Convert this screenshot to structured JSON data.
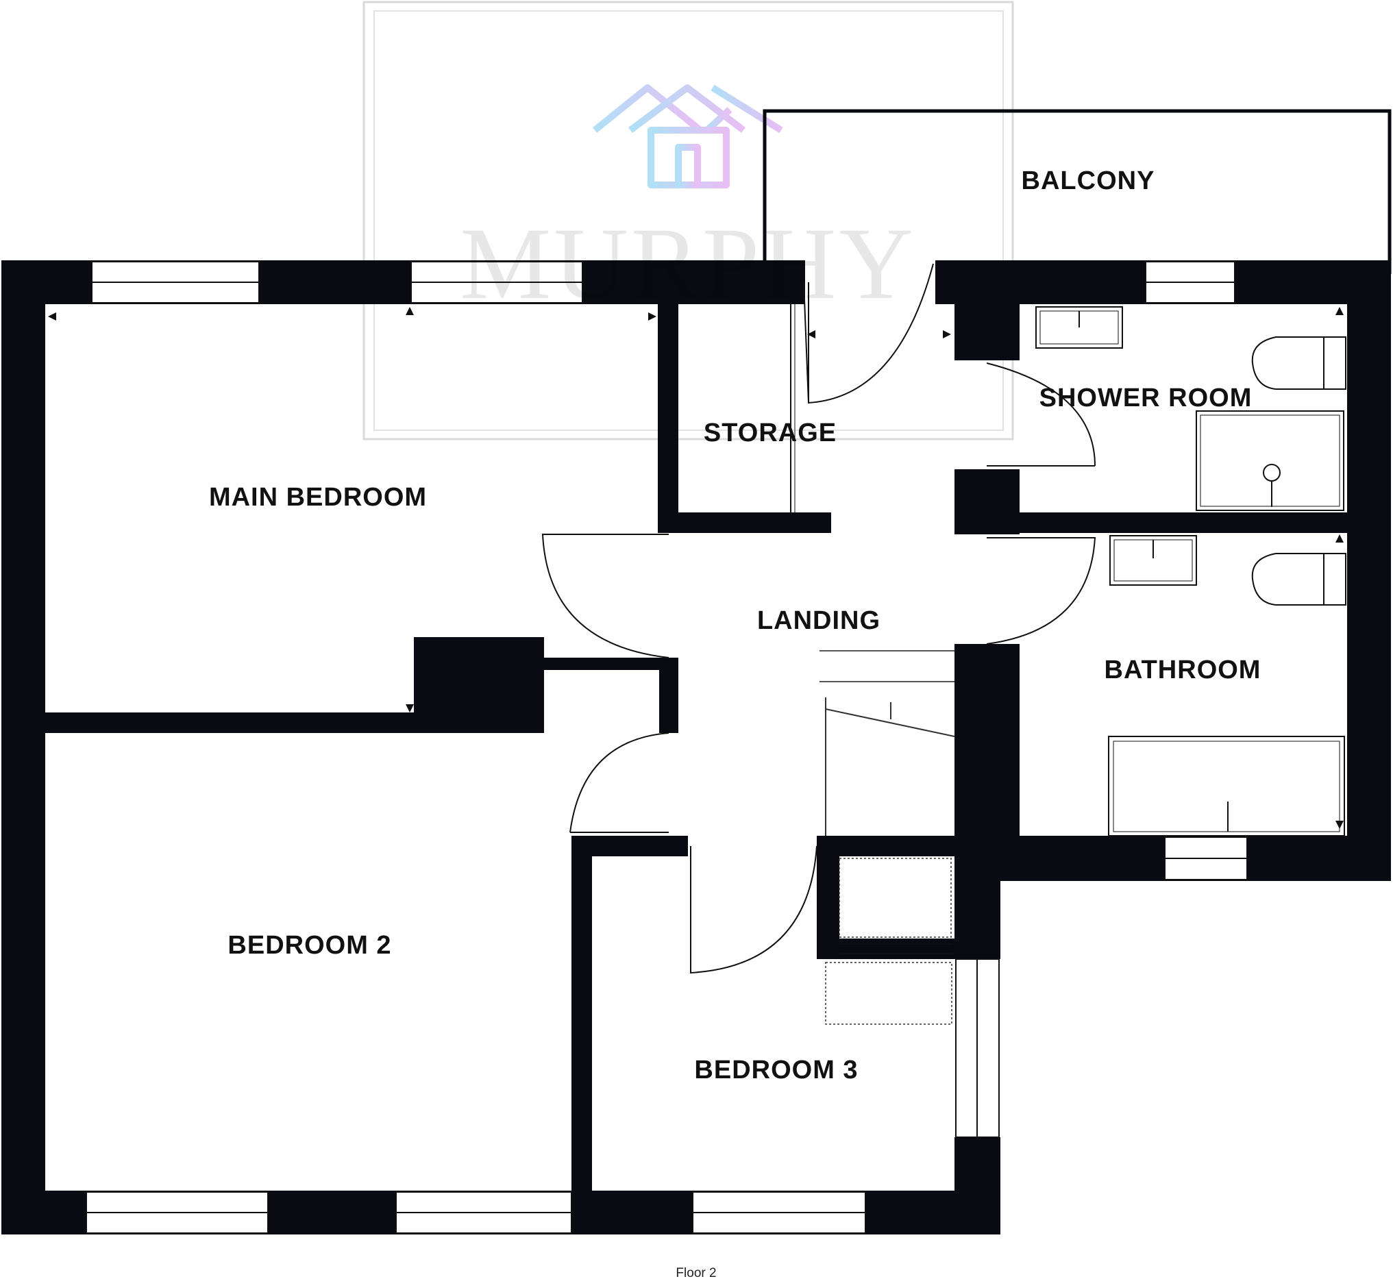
{
  "watermark": {
    "brand": "MURPHY",
    "logo": "house-logo-icon"
  },
  "rooms": {
    "balcony": "BALCONY",
    "shower_room": "SHOWER ROOM",
    "storage": "STORAGE",
    "main_bedroom": "MAIN BEDROOM",
    "landing": "LANDING",
    "bathroom": "BATHROOM",
    "bedroom_2": "BEDROOM 2",
    "bedroom_3": "BEDROOM 3"
  },
  "caption": "Floor 2"
}
